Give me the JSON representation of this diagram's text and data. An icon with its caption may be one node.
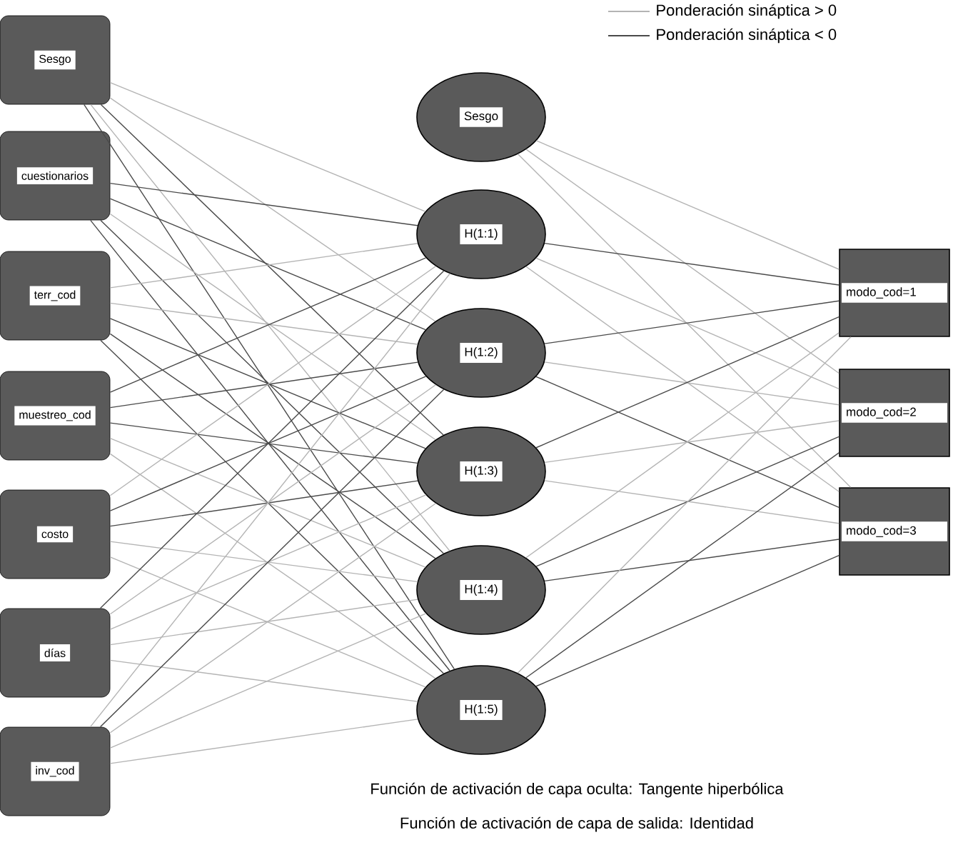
{
  "diagram": {
    "nodes": [
      {
        "text": [
          "Sesgo"
        ]
      },
      {
        "text": [
          "cuestionarios"
        ]
      },
      {
        "text": [
          "terr_cod"
        ]
      },
      {
        "text": [
          "muestreo_cod"
        ]
      },
      {
        "text": [
          "costo"
        ]
      },
      {
        "text": [
          "días"
        ]
      },
      {
        "text": [
          "inv_cod"
        ]
      },
      {
        "text": [
          "Sesgo"
        ]
      },
      {
        "text": [
          "H(1:1)"
        ]
      },
      {
        "text": [
          "H(1:2)"
        ]
      },
      {
        "text": [
          "H(1:3)"
        ]
      },
      {
        "text": [
          "H(1:4)"
        ]
      },
      {
        "text": [
          "H(1:5)"
        ]
      },
      {
        "text": [
          "modo_cod=1"
        ]
      },
      {
        "text": [
          "modo_cod=2"
        ]
      },
      {
        "text": [
          "modo_cod=3"
        ]
      }
    ],
    "edges": [
      {
        "from": 0,
        "to": 8,
        "arrow": "none",
        "color": "#b4b4b4"
      },
      {
        "from": 0,
        "to": 9,
        "arrow": "none",
        "color": "#b4b4b4"
      },
      {
        "from": 0,
        "to": 10,
        "arrow": "none",
        "color": "#4a4a4a"
      },
      {
        "from": 0,
        "to": 11,
        "arrow": "none",
        "color": "#b4b4b4"
      },
      {
        "from": 0,
        "to": 12,
        "arrow": "none",
        "color": "#4a4a4a"
      },
      {
        "from": 1,
        "to": 8,
        "arrow": "none",
        "color": "#4a4a4a"
      },
      {
        "from": 1,
        "to": 9,
        "arrow": "none",
        "color": "#4a4a4a"
      },
      {
        "from": 1,
        "to": 10,
        "arrow": "none",
        "color": "#b4b4b4"
      },
      {
        "from": 1,
        "to": 11,
        "arrow": "none",
        "color": "#4a4a4a"
      },
      {
        "from": 1,
        "to": 12,
        "arrow": "none",
        "color": "#4a4a4a"
      },
      {
        "from": 2,
        "to": 8,
        "arrow": "none",
        "color": "#b4b4b4"
      },
      {
        "from": 2,
        "to": 9,
        "arrow": "none",
        "color": "#b4b4b4"
      },
      {
        "from": 2,
        "to": 10,
        "arrow": "none",
        "color": "#4a4a4a"
      },
      {
        "from": 2,
        "to": 11,
        "arrow": "none",
        "color": "#4a4a4a"
      },
      {
        "from": 2,
        "to": 12,
        "arrow": "none",
        "color": "#4a4a4a"
      },
      {
        "from": 3,
        "to": 8,
        "arrow": "none",
        "color": "#4a4a4a"
      },
      {
        "from": 3,
        "to": 9,
        "arrow": "none",
        "color": "#4a4a4a"
      },
      {
        "from": 3,
        "to": 10,
        "arrow": "none",
        "color": "#4a4a4a"
      },
      {
        "from": 3,
        "to": 11,
        "arrow": "none",
        "color": "#b4b4b4"
      },
      {
        "from": 3,
        "to": 12,
        "arrow": "none",
        "color": "#b4b4b4"
      },
      {
        "from": 4,
        "to": 8,
        "arrow": "none",
        "color": "#b4b4b4"
      },
      {
        "from": 4,
        "to": 9,
        "arrow": "none",
        "color": "#4a4a4a"
      },
      {
        "from": 4,
        "to": 10,
        "arrow": "none",
        "color": "#4a4a4a"
      },
      {
        "from": 4,
        "to": 11,
        "arrow": "none",
        "color": "#b4b4b4"
      },
      {
        "from": 4,
        "to": 12,
        "arrow": "none",
        "color": "#b4b4b4"
      },
      {
        "from": 5,
        "to": 8,
        "arrow": "none",
        "color": "#4a4a4a"
      },
      {
        "from": 5,
        "to": 9,
        "arrow": "none",
        "color": "#b4b4b4"
      },
      {
        "from": 5,
        "to": 10,
        "arrow": "none",
        "color": "#b4b4b4"
      },
      {
        "from": 5,
        "to": 11,
        "arrow": "none",
        "color": "#b4b4b4"
      },
      {
        "from": 5,
        "to": 12,
        "arrow": "none",
        "color": "#b4b4b4"
      },
      {
        "from": 6,
        "to": 8,
        "arrow": "none",
        "color": "#b4b4b4"
      },
      {
        "from": 6,
        "to": 9,
        "arrow": "none",
        "color": "#4a4a4a"
      },
      {
        "from": 6,
        "to": 10,
        "arrow": "none",
        "color": "#b4b4b4"
      },
      {
        "from": 6,
        "to": 11,
        "arrow": "none",
        "color": "#b4b4b4"
      },
      {
        "from": 6,
        "to": 12,
        "arrow": "none",
        "color": "#b4b4b4"
      },
      {
        "from": 7,
        "to": 13,
        "arrow": "none",
        "color": "#b4b4b4"
      },
      {
        "from": 7,
        "to": 14,
        "arrow": "none",
        "color": "#b4b4b4"
      },
      {
        "from": 7,
        "to": 15,
        "arrow": "none",
        "color": "#b4b4b4"
      },
      {
        "from": 8,
        "to": 13,
        "arrow": "none",
        "color": "#4a4a4a"
      },
      {
        "from": 8,
        "to": 14,
        "arrow": "none",
        "color": "#b4b4b4"
      },
      {
        "from": 8,
        "to": 15,
        "arrow": "none",
        "color": "#b4b4b4"
      },
      {
        "from": 9,
        "to": 13,
        "arrow": "none",
        "color": "#4a4a4a"
      },
      {
        "from": 9,
        "to": 14,
        "arrow": "none",
        "color": "#b4b4b4"
      },
      {
        "from": 9,
        "to": 15,
        "arrow": "none",
        "color": "#4a4a4a"
      },
      {
        "from": 10,
        "to": 13,
        "arrow": "none",
        "color": "#4a4a4a"
      },
      {
        "from": 10,
        "to": 14,
        "arrow": "none",
        "color": "#b4b4b4"
      },
      {
        "from": 10,
        "to": 15,
        "arrow": "none",
        "color": "#b4b4b4"
      },
      {
        "from": 11,
        "to": 13,
        "arrow": "none",
        "color": "#b4b4b4"
      },
      {
        "from": 11,
        "to": 14,
        "arrow": "none",
        "color": "#4a4a4a"
      },
      {
        "from": 11,
        "to": 15,
        "arrow": "none",
        "color": "#4a4a4a"
      },
      {
        "from": 12,
        "to": 13,
        "arrow": "none",
        "color": "#b4b4b4"
      },
      {
        "from": 12,
        "to": 14,
        "arrow": "none",
        "color": "#4a4a4a"
      },
      {
        "from": 12,
        "to": 15,
        "arrow": "none",
        "color": "#4a4a4a"
      }
    ],
    "labels": [
      "Función de activación de capa oculta: Tangente hiperbólica",
      "Función de activación de capa de salida: Identidad"
    ],
    "legend": [
      {
        "text": "Ponderación sináptica > 0"
      },
      {
        "text": "Ponderación sináptica < 0"
      }
    ]
  }
}
